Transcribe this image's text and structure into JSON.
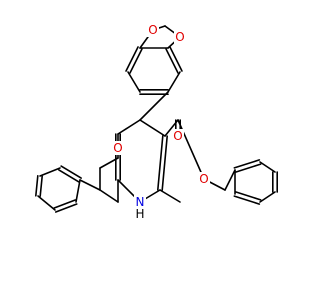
{
  "structure": {
    "atom_labels": [
      {
        "id": "O-dioxole-top",
        "text": "O",
        "color": "#e00000"
      },
      {
        "id": "O-dioxole-right",
        "text": "O",
        "color": "#e00000"
      },
      {
        "id": "O-ketone",
        "text": "O",
        "color": "#e00000"
      },
      {
        "id": "O-carbonyl",
        "text": "O",
        "color": "#e00000"
      },
      {
        "id": "O-ester",
        "text": "O",
        "color": "#e00000"
      },
      {
        "id": "N-amine",
        "text": "N",
        "color": "#0000e0"
      },
      {
        "id": "H-amine",
        "text": "H",
        "color": "#000000"
      }
    ]
  }
}
